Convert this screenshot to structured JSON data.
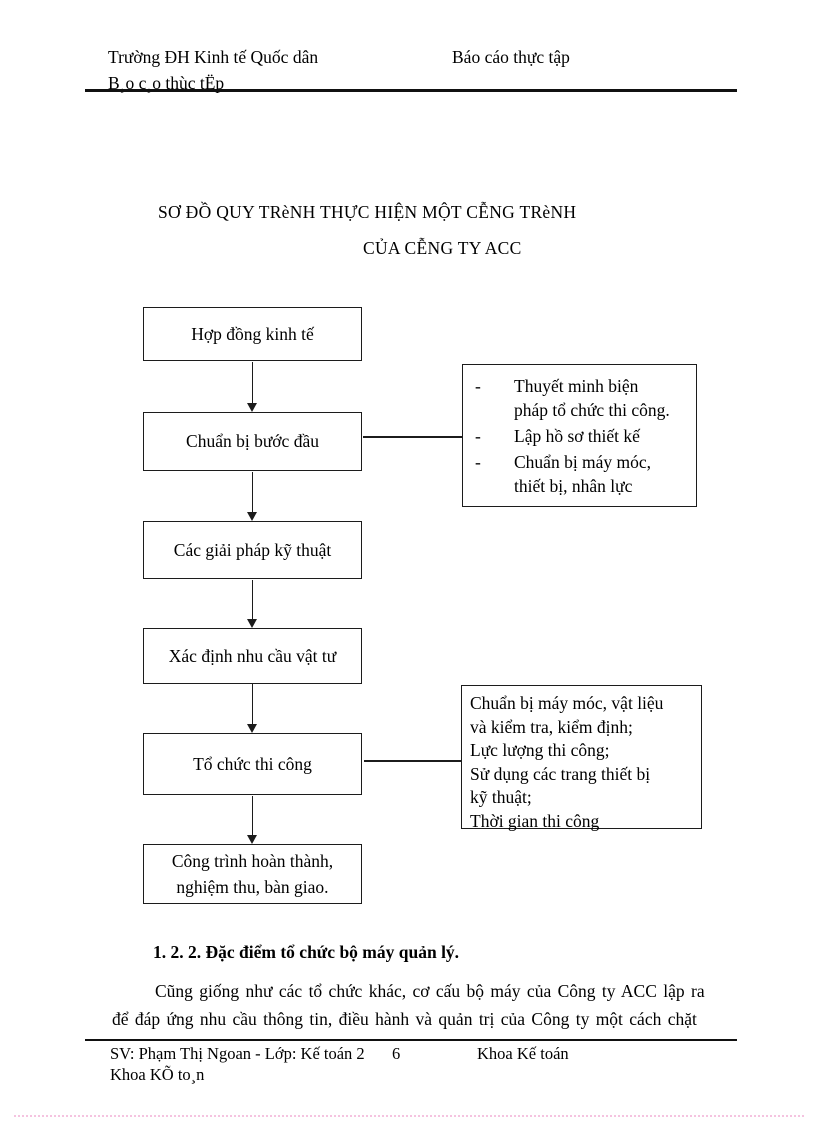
{
  "header": {
    "university": "Trường ĐH Kinh tế Quốc dân",
    "report_title_right": "Báo cáo thực tập",
    "report_title_garbled": "B¸o c¸o thùc tËp"
  },
  "title": {
    "line1": "SƠ ĐỒ QUY TRèNH THỰC HIỆN MỘT CỄNG TRèNH",
    "line2": "CỦA CỄNG TY ACC"
  },
  "flowchart": {
    "bullet_marker": "-",
    "boxes": [
      {
        "label": "Hợp đồng kinh tế"
      },
      {
        "label": "Chuẩn bị bước đầu"
      },
      {
        "label": "Các giải pháp kỹ thuật"
      },
      {
        "label": "Xác định nhu cầu vật tư"
      },
      {
        "label": "Tổ chức thi công"
      },
      {
        "label": "Công trình hoàn thành, nghiệm thu, bàn giao."
      }
    ],
    "side_box_1": {
      "items": [
        {
          "lines": [
            "Thuyết minh biện",
            "pháp tổ chức thi công."
          ]
        },
        {
          "lines": [
            "Lập hồ sơ thiết kế"
          ]
        },
        {
          "lines": [
            "Chuẩn bị máy móc,",
            "thiết bị, nhân lực"
          ]
        }
      ]
    },
    "side_box_2": {
      "lines": [
        "Chuẩn bị máy móc, vật liệu",
        "và kiểm tra, kiểm định;",
        "Lực lượng thi công;",
        "Sử dụng các trang thiết bị",
        "kỹ thuật;",
        "Thời gian thi công"
      ]
    }
  },
  "section": {
    "heading": "1. 2. 2. Đặc điểm tổ chức bộ máy quản lý.",
    "paragraph_lines": [
      "Cũng giống như các tổ chức khác, cơ cấu bộ máy của Công ty ACC lập ra",
      "để đáp ứng nhu cầu thông tin, điều hành và quản trị của Công ty một cách chặt"
    ]
  },
  "footer": {
    "student": "SV: Phạm Thị Ngoan - Lớp: Kế toán 2",
    "page_number": "6",
    "department": "Khoa Kế toán",
    "line2_garbled": "Khoa KÕ to¸n"
  },
  "colors": {
    "ink": "#000000",
    "dotted_line": "#f5c3e0",
    "page_bg": "#ffffff"
  }
}
